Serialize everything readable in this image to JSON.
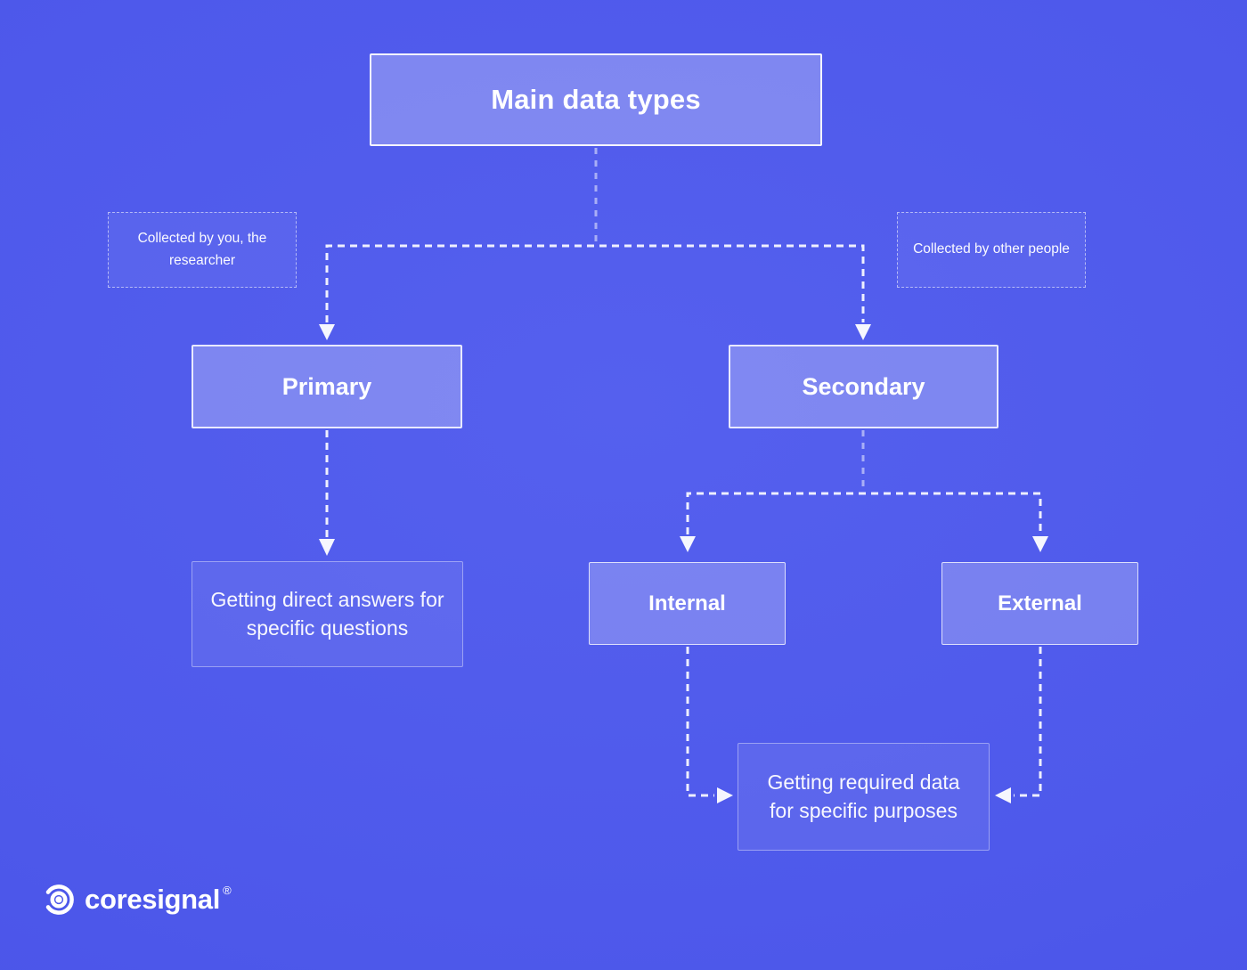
{
  "diagram": {
    "title": "Main data types",
    "nodes": {
      "main": "Main data types",
      "primary": "Primary",
      "secondary": "Secondary",
      "internal": "Internal",
      "external": "External",
      "primary_outcome": "Getting direct answers for specific questions",
      "secondary_outcome": "Getting required data for specific purposes"
    },
    "annotations": {
      "left": "Collected by you, the researcher",
      "right": "Collected by other people"
    },
    "colors": {
      "background": "#4e59eb",
      "node_fill": "#7d87f1",
      "node_border": "#ffffff",
      "connector": "#ffffff",
      "text": "#ffffff"
    }
  },
  "branding": {
    "logo_text": "coresignal",
    "registered_mark": "®"
  }
}
